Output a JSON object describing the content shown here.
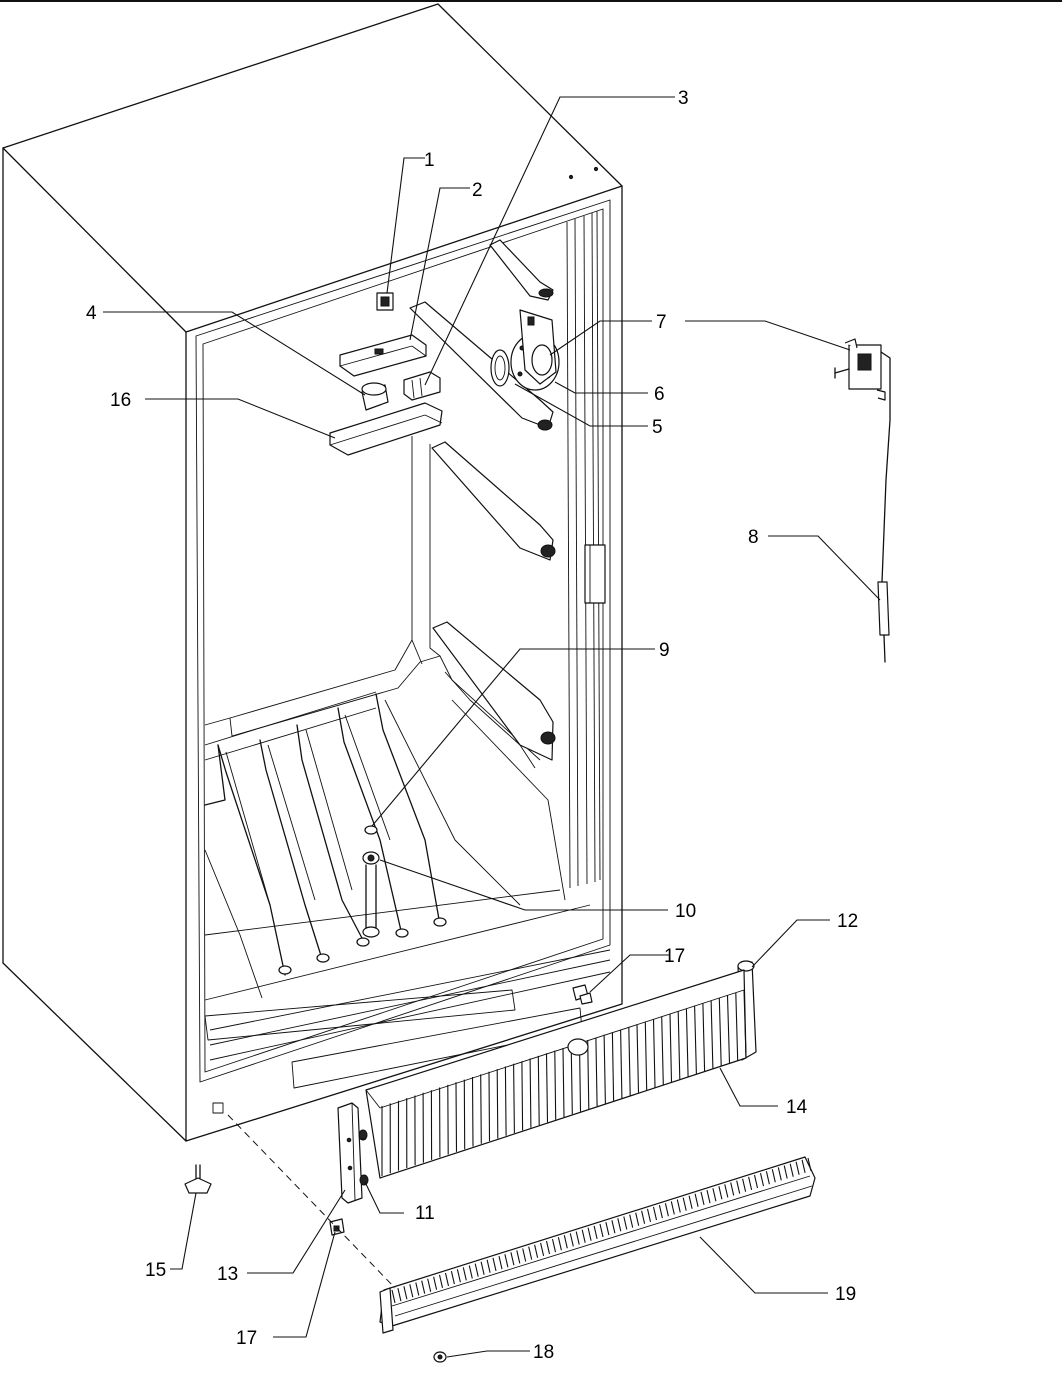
{
  "callouts": {
    "c1": "1",
    "c2": "2",
    "c3": "3",
    "c4": "4",
    "c5": "5",
    "c6": "6",
    "c7": "7",
    "c8": "8",
    "c9": "9",
    "c10": "10",
    "c11": "11",
    "c12": "12",
    "c13": "13",
    "c14": "14",
    "c15": "15",
    "c16": "16",
    "c17a": "17",
    "c17b": "17",
    "c18": "18",
    "c19": "19"
  }
}
